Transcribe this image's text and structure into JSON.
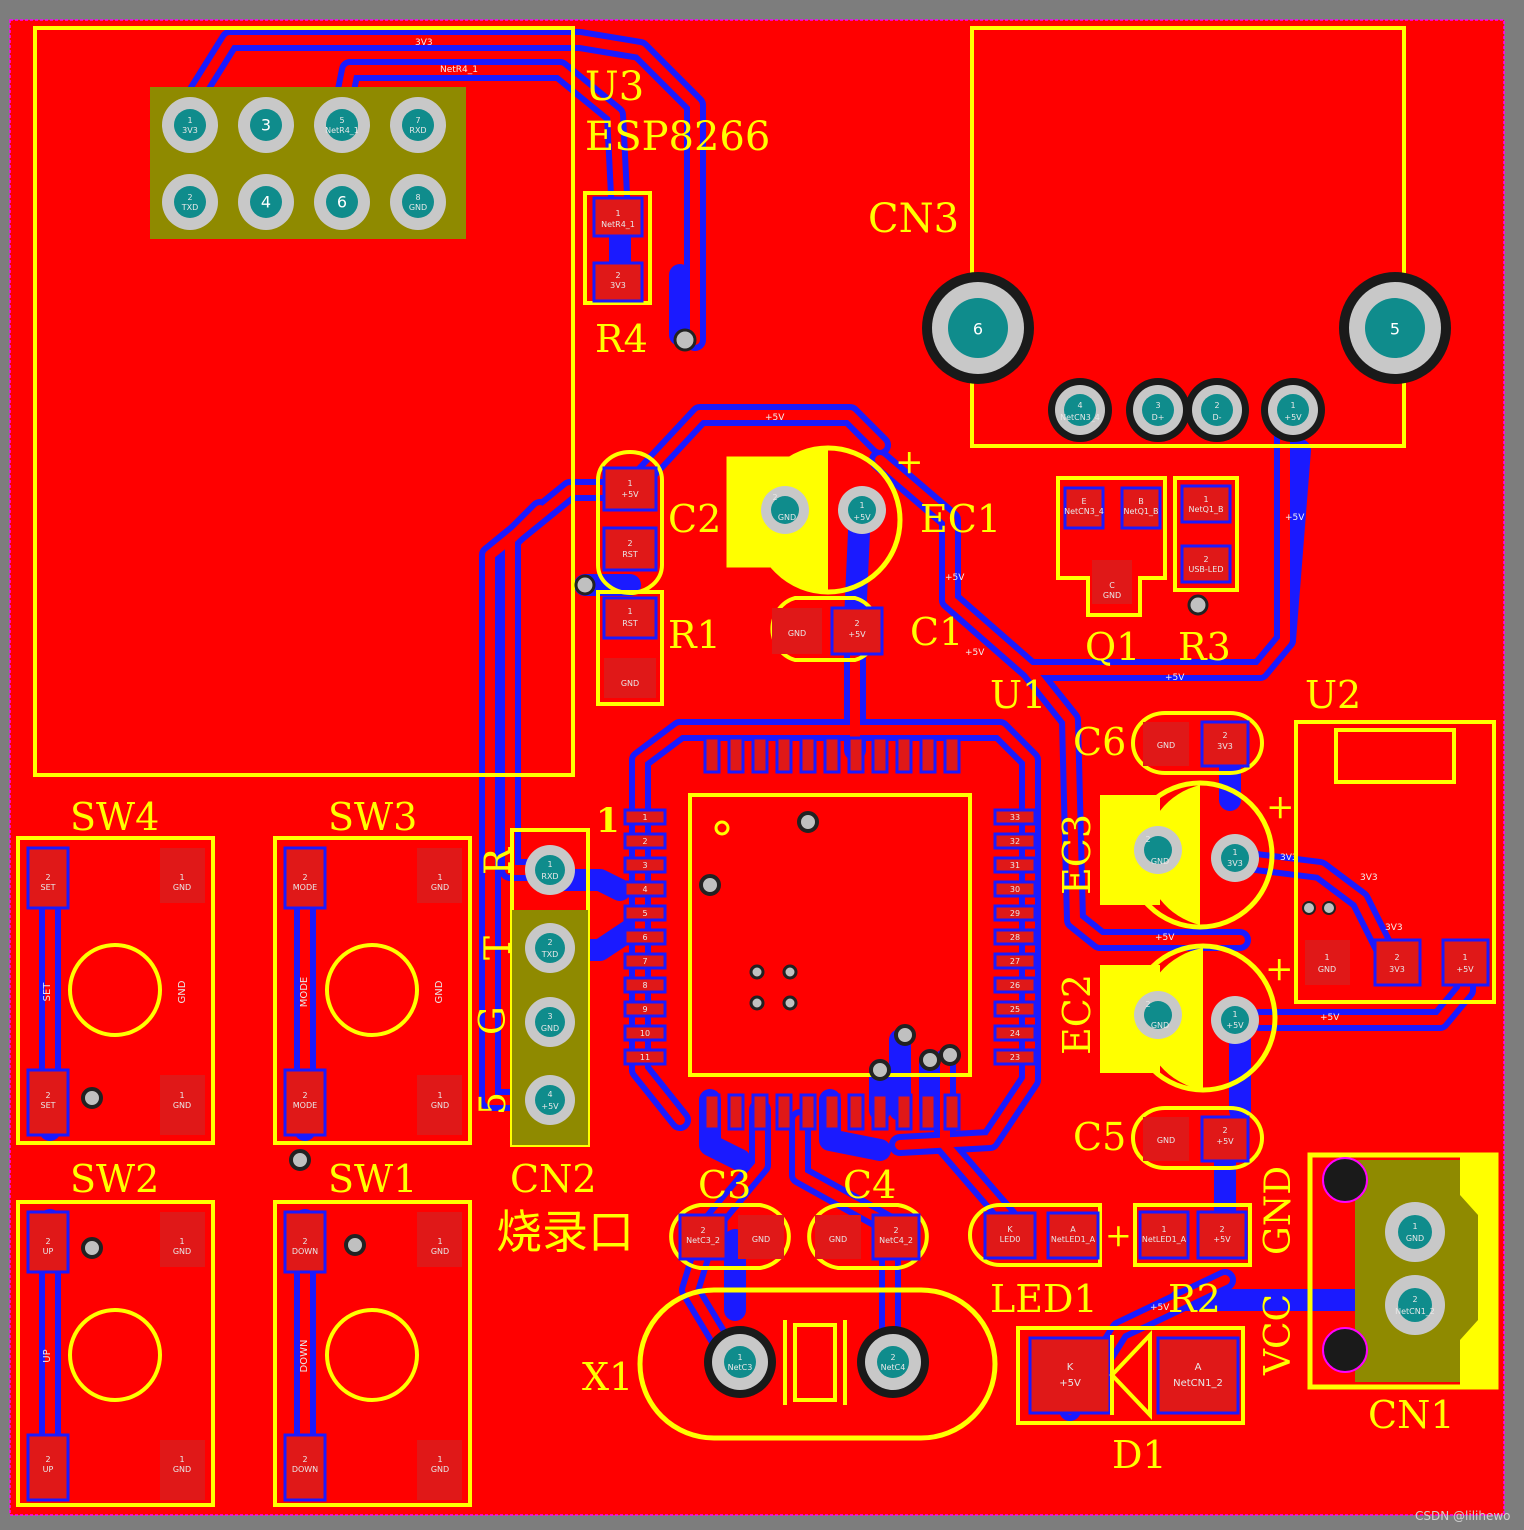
{
  "board": {
    "colors": {
      "copper": "#ff0000",
      "trace": "#1a1aff",
      "silk": "#ffff00",
      "pad": "#e01818",
      "via": "#c0c0c0",
      "header": "#8f8a00",
      "background": "#7d7d7d",
      "drill": "#0f8c8c"
    }
  },
  "labels": {
    "u3": "U3",
    "esp": "ESP8266",
    "r4": "R4",
    "cn3": "CN3",
    "c2": "C2",
    "ec1": "EC1",
    "r1": "R1",
    "c1": "C1",
    "q1": "Q1",
    "r3": "R3",
    "u1": "U1",
    "u2": "U2",
    "c6": "C6",
    "ec3": "EC3",
    "ec2": "EC2",
    "c5": "C5",
    "sw4": "SW4",
    "sw3": "SW3",
    "sw2": "SW2",
    "sw1": "SW1",
    "cn2": "CN2",
    "burn": "烧录口",
    "c3": "C3",
    "c4": "C4",
    "led1": "LED1",
    "r2": "R2",
    "x1": "X1",
    "d1": "D1",
    "cn1": "CN1",
    "gnd": "GND",
    "vcc": "VCC",
    "pin1": "1",
    "plus": "+",
    "cn2_r": "R",
    "cn2_t": "T",
    "cn2_g": "G",
    "cn2_5": "5"
  },
  "header_pins": [
    {
      "num": "1",
      "net": "3V3"
    },
    {
      "num": "3",
      "net": ""
    },
    {
      "num": "5",
      "net": "NetR4_1"
    },
    {
      "num": "7",
      "net": "RXD"
    },
    {
      "num": "2",
      "net": "TXD"
    },
    {
      "num": "4",
      "net": ""
    },
    {
      "num": "6",
      "net": ""
    },
    {
      "num": "8",
      "net": "GND"
    }
  ],
  "cn3_pins": [
    {
      "num": "4",
      "net": "NetCN3_4"
    },
    {
      "num": "3",
      "net": "D+"
    },
    {
      "num": "2",
      "net": "D-"
    },
    {
      "num": "1",
      "net": "+5V"
    }
  ],
  "cn3_mount": [
    "6",
    "5"
  ],
  "cn2_pins": [
    {
      "num": "1",
      "net": "RXD"
    },
    {
      "num": "2",
      "net": "TXD"
    },
    {
      "num": "3",
      "net": "GND"
    },
    {
      "num": "4",
      "net": "+5V"
    }
  ],
  "cn1_pins": [
    {
      "num": "1",
      "net": "GND"
    },
    {
      "num": "2",
      "net": "NetCN1_2"
    }
  ],
  "pads": {
    "r4_1": "NetR4_1",
    "r4_2": "3V3",
    "c2_1": "+5V",
    "c2_2": "RST",
    "r1_1": "RST",
    "r1_2": "GND",
    "c1_1": "GND",
    "c1_2": "+5V",
    "ec1_gnd": "GND",
    "ec1_pos": "+5V",
    "q1_e": "NetCN3_4",
    "q1_b": "NetQ1_B",
    "q1_c": "GND",
    "r3_1": "NetQ1_B",
    "r3_2": "USB-LED",
    "c6_1": "GND",
    "c6_2": "3V3",
    "ec3_gnd": "GND",
    "ec3_pos": "3V3",
    "ec2_gnd": "GND",
    "ec2_pos": "+5V",
    "c5_1": "GND",
    "c5_2": "+5V",
    "u2_1": "GND",
    "u2_2": "3V3",
    "u2_3": "+5V",
    "c3_1": "NetC3_2",
    "c3_2": "GND",
    "c4_1": "GND",
    "c4_2": "NetC4_2",
    "led1_k": "LED0",
    "led1_a": "NetLED1_A",
    "r2_1": "NetLED1_A",
    "r2_2": "+5V",
    "x1_1": "NetC3",
    "x1_2": "NetC4",
    "d1_k": "+5V",
    "d1_a": "NetCN1_2",
    "sw4_top": "SET",
    "sw4_bot": "SET",
    "sw4_gnd": "GND",
    "sw3_top": "MODE",
    "sw3_bot": "MODE",
    "sw3_gnd": "GND",
    "sw2_top": "UP",
    "sw2_bot": "UP",
    "sw2_gnd": "GND",
    "sw1_top": "DOWN",
    "sw1_bot": "DOWN",
    "sw1_gnd": "GND",
    "d1_k_letter": "K",
    "d1_a_letter": "A",
    "pin_no_1": "1",
    "pin_no_2": "2",
    "q1_e_letter": "E",
    "q1_b_letter": "B",
    "q1_c_letter": "C",
    "led_k_letter": "K",
    "led_a_letter": "A"
  },
  "nets_on_traces": [
    "3V3",
    "NetR4_1",
    "+5V",
    "+5V",
    "+5V",
    "+5V",
    "+5V",
    "+5V",
    "3V3",
    "3V3",
    "3V3",
    "+5V",
    "+5V"
  ],
  "u1_left_pins": [
    "1",
    "2",
    "3",
    "4",
    "5",
    "6",
    "7",
    "8",
    "9",
    "10",
    "11"
  ],
  "u1_right_pins": [
    "33",
    "32",
    "31",
    "30",
    "29",
    "28",
    "27",
    "26",
    "25",
    "24",
    "23"
  ],
  "watermark": "CSDN @lilihewo"
}
